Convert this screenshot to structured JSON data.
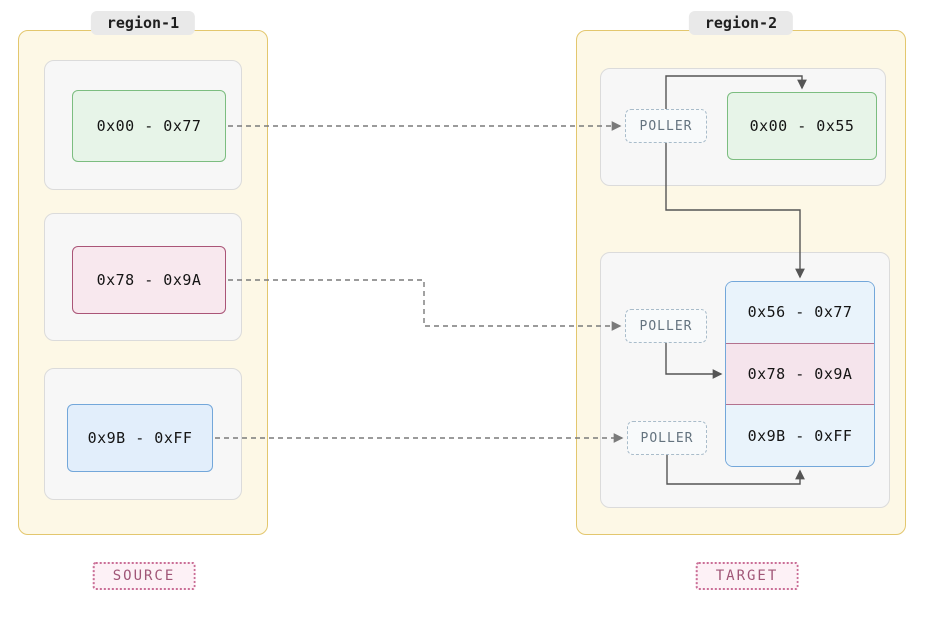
{
  "source": {
    "title": "region-1",
    "badge": "SOURCE",
    "blocks": [
      {
        "label": "0x00 - 0x77",
        "color": "green"
      },
      {
        "label": "0x78 - 0x9A",
        "color": "pink"
      },
      {
        "label": "0x9B - 0xFF",
        "color": "blue"
      }
    ]
  },
  "target": {
    "title": "region-2",
    "badge": "TARGET",
    "pollers": [
      {
        "label": "POLLER"
      },
      {
        "label": "POLLER"
      },
      {
        "label": "POLLER"
      }
    ],
    "top_block": {
      "label": "0x00 - 0x55",
      "color": "green"
    },
    "stack": [
      {
        "label": "0x56 - 0x77",
        "color": "blue"
      },
      {
        "label": "0x78 - 0x9A",
        "color": "pink"
      },
      {
        "label": "0x9B - 0xFF",
        "color": "blue"
      }
    ]
  },
  "edges": [
    {
      "from": "source 0x00 - 0x77",
      "to": "poller-1",
      "style": "dashed"
    },
    {
      "from": "source 0x78 - 0x9A",
      "to": "poller-2",
      "style": "dashed"
    },
    {
      "from": "source 0x9B - 0xFF",
      "to": "poller-3",
      "style": "dashed"
    },
    {
      "from": "poller-1",
      "to": "target 0x00 - 0x55",
      "style": "solid"
    },
    {
      "from": "poller-1",
      "to": "target 0x56 - 0x77",
      "style": "solid"
    },
    {
      "from": "poller-2",
      "to": "target 0x78 - 0x9A",
      "style": "solid"
    },
    {
      "from": "poller-3",
      "to": "target 0x9B - 0xFF",
      "style": "solid"
    }
  ],
  "colors": {
    "region_fill": "#fdf8e6",
    "region_border": "#e3c76e",
    "green_fill": "#e7f4e8",
    "green_border": "#7cbd80",
    "pink_fill": "#f8e8ee",
    "pink_border": "#aa5577",
    "blue_fill": "#e2eefb",
    "blue_border": "#73a7da",
    "arrow_dashed": "#7a7a7a",
    "arrow_solid": "#555555"
  }
}
